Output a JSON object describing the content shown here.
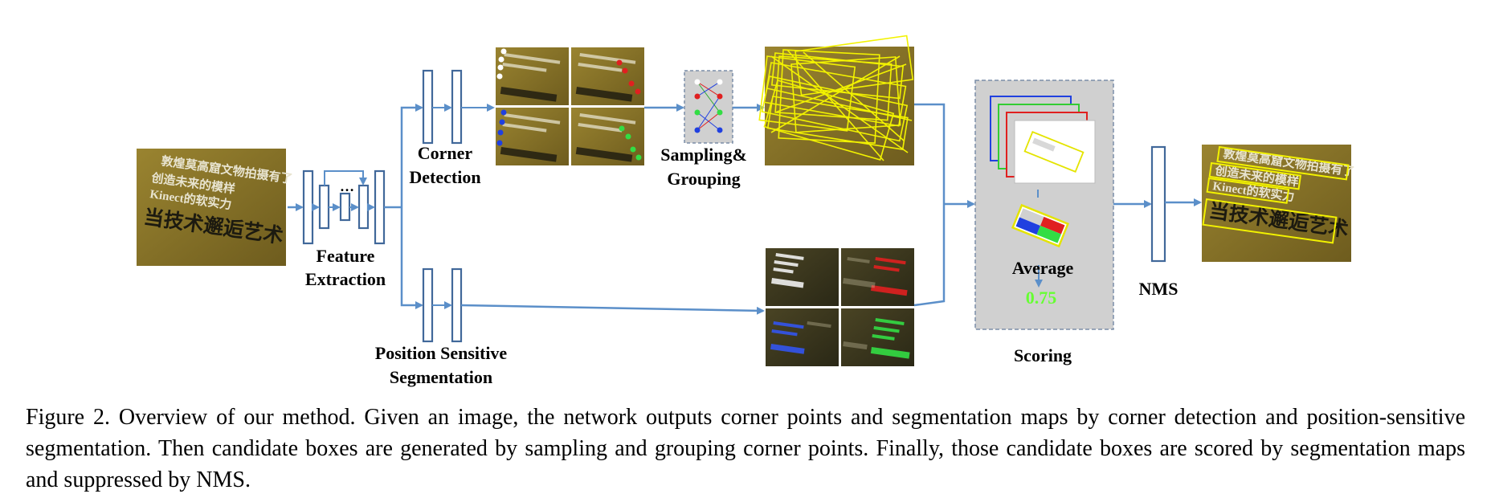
{
  "diagram": {
    "input_text": {
      "line1": "敦煌莫高窟文物拍摄有了",
      "line2": "创造未来的模样",
      "line3": "Kinect的软实力",
      "line4": "当技术邂逅艺术"
    },
    "ellipsis": "…",
    "labels": {
      "feature_extraction_1": "Feature",
      "feature_extraction_2": "Extraction",
      "corner_detection_1": "Corner",
      "corner_detection_2": "Detection",
      "sampling_1": "Sampling&",
      "sampling_2": "Grouping",
      "pss_1": "Position Sensitive",
      "pss_2": "Segmentation",
      "average": "Average",
      "score": "0.75",
      "scoring": "Scoring",
      "nms": "NMS"
    },
    "colors": {
      "arrow": "#5b8fc9",
      "layer_box": "#41689a",
      "photo_bg": "#8a7428",
      "yellow_box": "#f2f200",
      "score_green": "#66ff33",
      "corner_white": "#ffffff",
      "corner_red": "#e02020",
      "corner_blue": "#2040e0",
      "corner_green": "#33dd44"
    }
  },
  "caption": {
    "figure_label": "Figure 2.",
    "text": "Overview of our method. Given an image, the network outputs corner points and segmentation maps by corner detection and position-sensitive segmentation. Then candidate boxes are generated by sampling and grouping corner points. Finally, those candidate boxes are scored by segmentation maps and suppressed by NMS."
  }
}
